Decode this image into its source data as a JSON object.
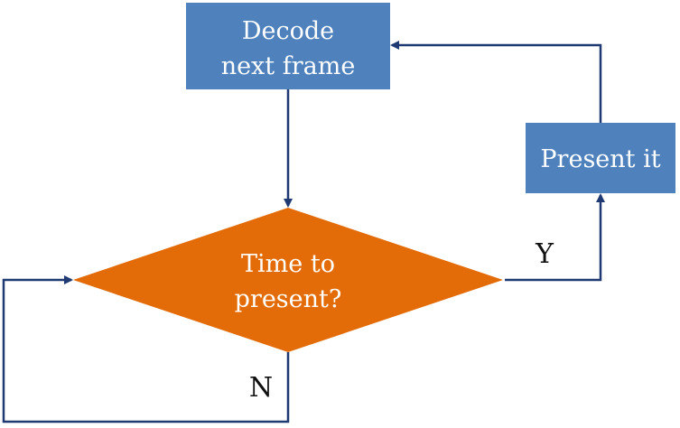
{
  "nodes": {
    "decode": {
      "line1": "Decode",
      "line2": "next frame"
    },
    "present": {
      "label": "Present it"
    },
    "decision": {
      "line1": "Time to",
      "line2": "present?"
    }
  },
  "edges": {
    "yes_label": "Y",
    "no_label": "N"
  },
  "colors": {
    "box_fill": "#4f81bd",
    "decision_fill": "#e36c09",
    "arrow": "#1f3a73",
    "node_text": "#ffffff"
  }
}
